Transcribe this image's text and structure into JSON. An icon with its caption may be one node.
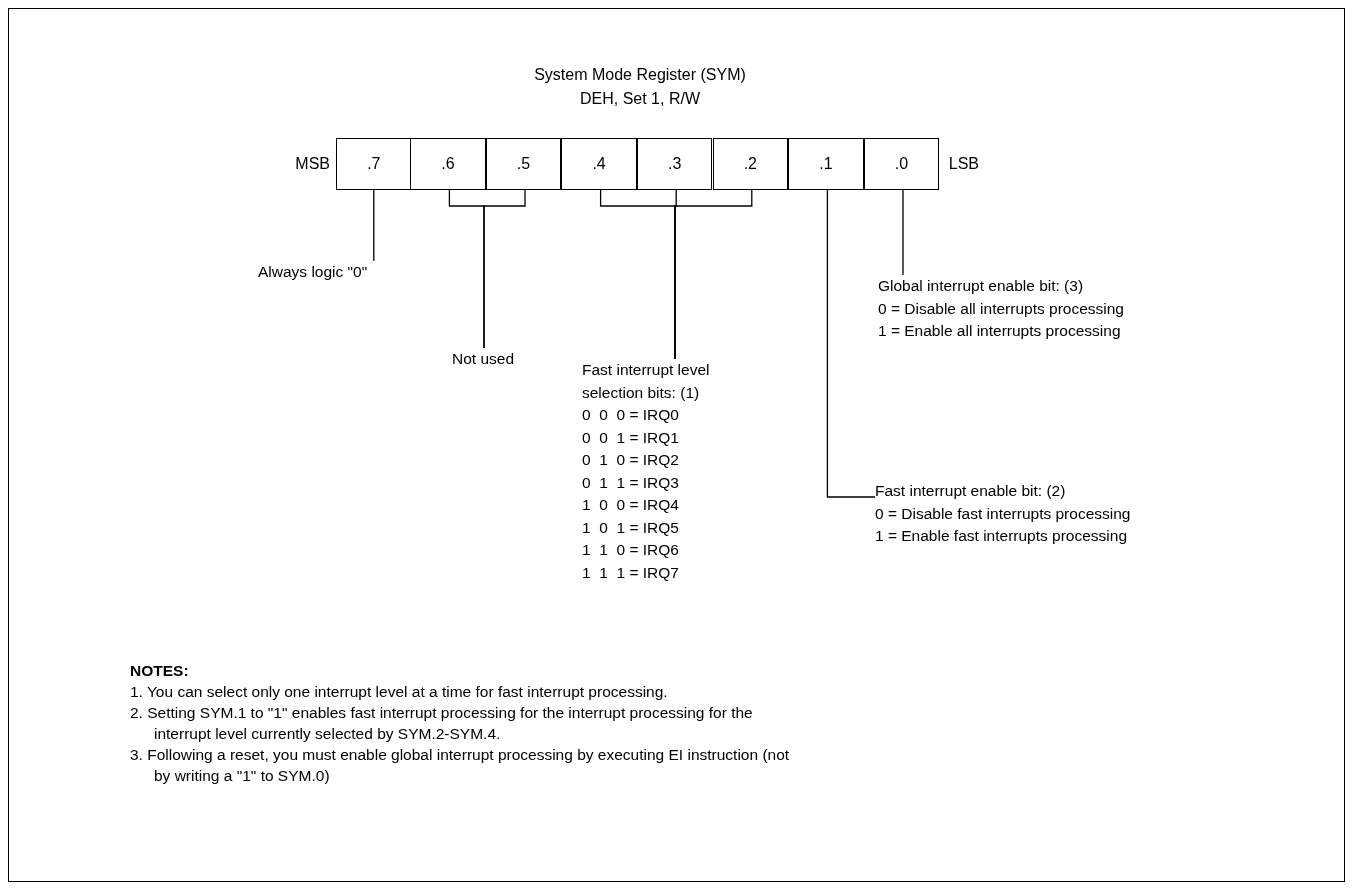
{
  "diagram": {
    "title": "System Mode Register (SYM)",
    "nodes": [
      {
        "text": [
          ".7"
        ],
        "beside": [
          "MSB"
        ]
      },
      {
        "text": [
          ".6"
        ]
      },
      {
        "text": [
          ".5"
        ]
      },
      {
        "text": [
          ".4"
        ]
      },
      {
        "text": [
          ".3"
        ]
      },
      {
        "text": [
          ".2"
        ]
      },
      {
        "text": [
          ".1"
        ]
      },
      {
        "text": [
          ".0"
        ],
        "beside": [
          "LSB"
        ]
      },
      {
        "text": [
          "Always logic \"0\""
        ]
      },
      {
        "text": [
          "Not used"
        ]
      },
      {
        "text": [
          "Fast interrupt level selection bits: (1)",
          "0  0  0 = IRQ0",
          "0  0  1 = IRQ1",
          "0  1  0 = IRQ2",
          "0  1  1 = IRQ3",
          "1  0  0 = IRQ4",
          "1  0  1 = IRQ5",
          "1  1  0 = IRQ6",
          "1  1  1 = IRQ7"
        ]
      },
      {
        "text": [
          "Fast interrupt enable bit: (2)",
          "0 = Disable fast interrupts processing",
          "1 = Enable fast interrupts processing"
        ]
      },
      {
        "text": [
          "Global interrupt enable bit: (3)",
          "0 = Disable all interrupts processing",
          "1 = Enable all interrupts processing"
        ]
      }
    ],
    "edges": [
      {
        "from": 0,
        "to": 8,
        "arrow": "none"
      },
      {
        "from": 1,
        "to": 9,
        "arrow": "none"
      },
      {
        "from": 2,
        "to": 9,
        "arrow": "none"
      },
      {
        "from": 3,
        "to": 10,
        "arrow": "none"
      },
      {
        "from": 4,
        "to": 10,
        "arrow": "none"
      },
      {
        "from": 5,
        "to": 10,
        "arrow": "none"
      },
      {
        "from": 6,
        "to": 11,
        "arrow": "none"
      },
      {
        "from": 7,
        "to": 12,
        "arrow": "none"
      }
    ],
    "labels": [
      "DEH, Set 1, R/W",
      "NOTES:",
      "1. You can select only one interrupt level at a time for fast interrupt processing.",
      "2. Setting SYM.1 to \"1\" enables fast interrupt processing for the interrupt processing for the interrupt level currently selected by SYM.2-SYM.4.",
      "3. Following a reset, you must enable global interrupt processing by executing EI instruction (not by writing a \"1\" to SYM.0)"
    ]
  }
}
